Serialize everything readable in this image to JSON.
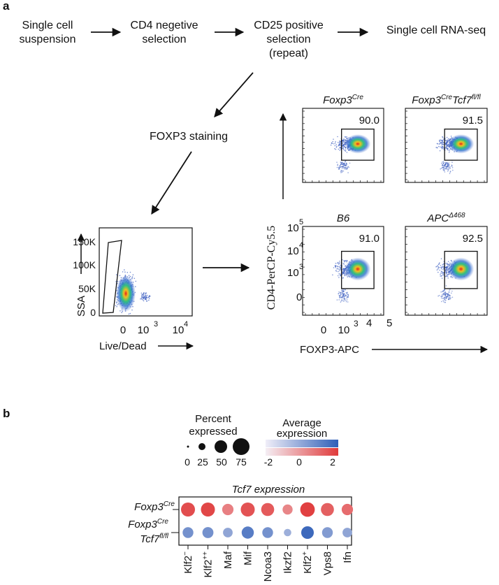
{
  "panel_a": {
    "label": "a",
    "workflow": {
      "step1": [
        "Single cell",
        "suspension"
      ],
      "step2": [
        "CD4 negetive",
        "selection"
      ],
      "step3": [
        "CD25 positive",
        "selection",
        "(repeat)"
      ],
      "step4": "Single cell RNA-seq",
      "staining": "FOXP3 staining"
    },
    "live_dead_plot": {
      "ylabel": "SSA",
      "xlabel": "Live/Dead",
      "y_ticks": [
        "150K",
        "100K",
        "50K",
        "0"
      ],
      "x_ticks": [
        "0",
        "10",
        "3",
        "10",
        "4"
      ]
    },
    "facs": {
      "ylabel": "CD4-PerCP-Cy5.5",
      "xlabel": "FOXP3-APC",
      "y_tick_labels": [
        "10",
        "5",
        "10",
        "4",
        "10",
        "3",
        "0"
      ],
      "x_tick_labels": [
        "0",
        "10",
        "3",
        "4",
        "5"
      ],
      "panels": [
        {
          "title": "Foxp3",
          "sup": "Cre",
          "title2": "",
          "sup2": "",
          "value": "90.0"
        },
        {
          "title": "Foxp3",
          "sup": "Cre",
          "title2": "Tcf7",
          "sup2": "fl/fl",
          "value": "91.5"
        },
        {
          "title": "B6",
          "sup": "",
          "title2": "",
          "sup2": "",
          "value": "91.0"
        },
        {
          "title": "APC",
          "sup": "Δ468",
          "title2": "",
          "sup2": "",
          "value": "92.5"
        }
      ]
    }
  },
  "panel_b": {
    "label": "b",
    "legend": {
      "percent_title": [
        "Percent",
        "expressed"
      ],
      "size_labels": [
        "0",
        "25",
        "50",
        "75"
      ],
      "avg_title": [
        "Average",
        "expression"
      ],
      "color_labels": [
        "-2",
        "0",
        "2"
      ],
      "colors": {
        "high_red": "#e03a3a",
        "high_blue": "#2f5fb8",
        "low": "#f4eef4"
      }
    },
    "plot_title": "Tcf7 expression",
    "row1": {
      "main": "Foxp3",
      "sup": "Cre"
    },
    "row2": {
      "main": "Foxp3",
      "sup": "Cre",
      "main2": "Tcf7",
      "sup2": "fl/fl"
    },
    "genes": [
      {
        "main": "Klf2",
        "sup": "−"
      },
      {
        "main": "Klf2",
        "sup": "++"
      },
      {
        "main": "Maf",
        "sup": ""
      },
      {
        "main": "Mif",
        "sup": ""
      },
      {
        "main": "Ncoa3",
        "sup": ""
      },
      {
        "main": "Ikzf2",
        "sup": ""
      },
      {
        "main": "Klf2",
        "sup": "+"
      },
      {
        "main": "Vps8",
        "sup": ""
      },
      {
        "main": "Ifn",
        "sup": ""
      }
    ]
  },
  "chart_data": {
    "type": "scatter",
    "title": "Tcf7 expression",
    "categories": [
      "Klf2−",
      "Klf2++",
      "Maf",
      "Mif",
      "Ncoa3",
      "Ikzf2",
      "Klf2+",
      "Vps8",
      "Ifn"
    ],
    "series": [
      {
        "name": "Foxp3Cre",
        "percent_expressed": [
          60,
          60,
          35,
          60,
          50,
          25,
          65,
          50,
          35
        ],
        "average_expression": [
          1.7,
          1.8,
          0.9,
          1.6,
          1.5,
          0.8,
          1.9,
          1.4,
          1.2
        ]
      },
      {
        "name": "Foxp3Cre Tcf7fl/fl",
        "percent_expressed": [
          30,
          32,
          22,
          42,
          30,
          10,
          45,
          30,
          22
        ],
        "average_expression": [
          1.0,
          1.0,
          0.6,
          1.4,
          1.0,
          0.4,
          1.8,
          0.8,
          0.6
        ]
      }
    ]
  }
}
